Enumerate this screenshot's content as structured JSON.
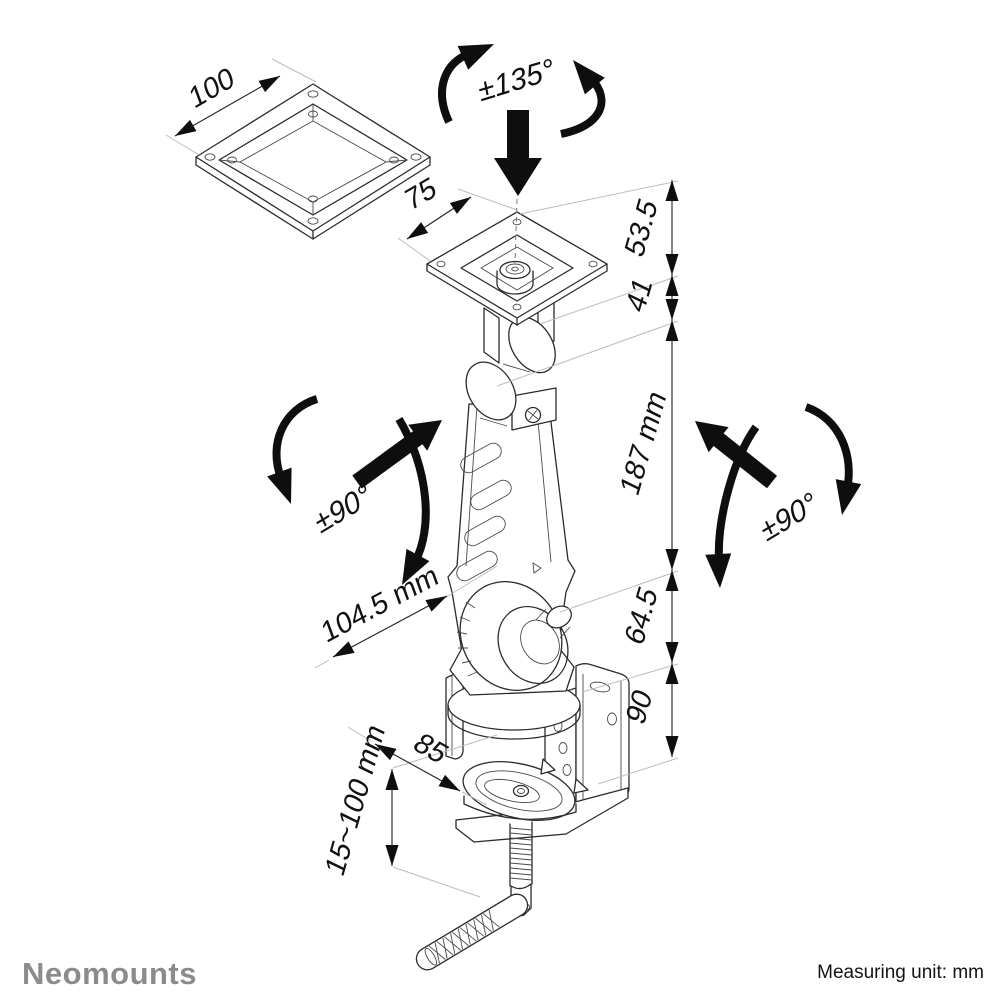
{
  "footer": {
    "brand": "Neomounts",
    "measuring_unit_label": "Measuring unit: mm",
    "brand_color": "#8b8b8b"
  },
  "diagram": {
    "description": "Isometric dimensional drawing of a desk-clamp monitor mount with VESA adapter plate",
    "colors": {
      "line": "#2b2b2b",
      "extension_line": "#bcbcbc",
      "arrow": "#0e0e0e"
    },
    "labels": {
      "vesa_plate_width": "100",
      "top_plate_width": "75",
      "swivel_top": "±135°",
      "seg_top": "53.5",
      "seg_joint": "41",
      "arm_length": "187 mm",
      "seg_lower_joint": "64.5",
      "seg_clamp": "90",
      "tilt_left": "±90°",
      "tilt_right": "±90°",
      "arm_depth": "104.5 mm",
      "clamp_offset": "85",
      "clamp_range": "15~100 mm"
    }
  }
}
